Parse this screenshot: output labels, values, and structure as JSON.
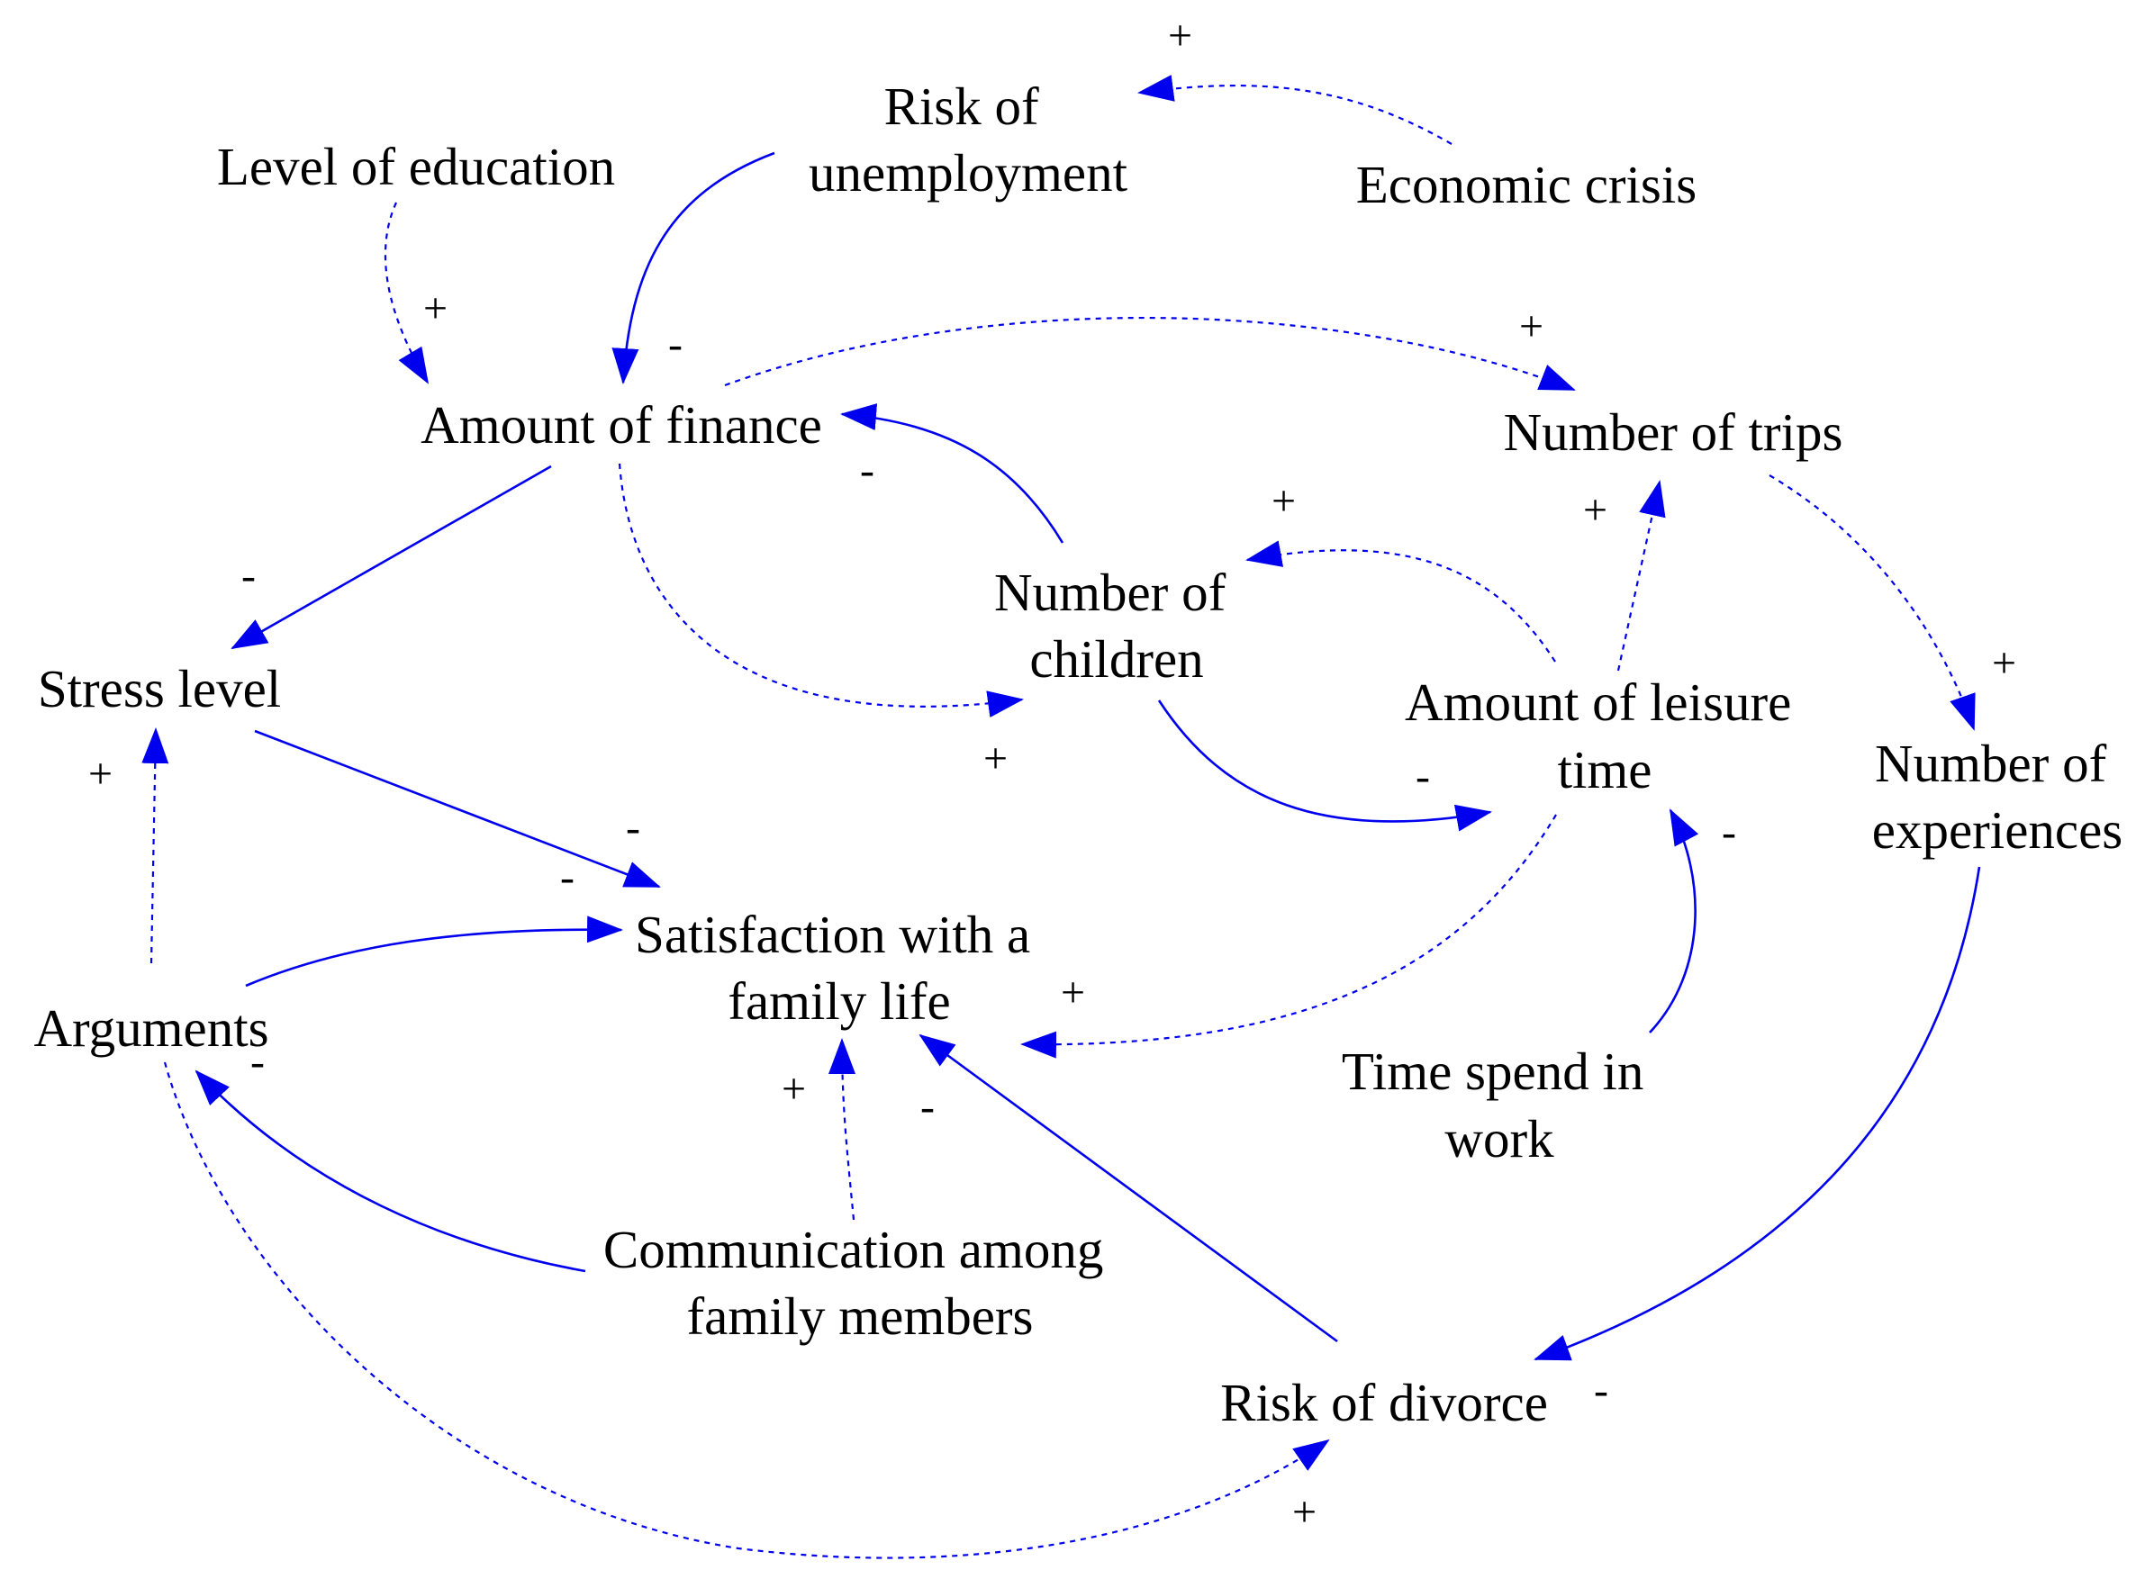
{
  "colors": {
    "arrow": "#0000ee",
    "text": "#000000",
    "background": "#ffffff"
  },
  "nodes": {
    "risk_of_unemployment": [
      "Risk of",
      "unemployment"
    ],
    "level_of_education": [
      "Level of education"
    ],
    "economic_crisis": [
      "Economic crisis"
    ],
    "amount_of_finance": [
      "Amount of finance"
    ],
    "number_of_trips": [
      "Number of trips"
    ],
    "number_of_children": [
      "Number of",
      "children"
    ],
    "stress_level": [
      "Stress level"
    ],
    "amount_of_leisure_time": [
      "Amount of leisure",
      "time"
    ],
    "number_of_experiences": [
      "Number of",
      "experiences"
    ],
    "satisfaction_with_family_life": [
      "Satisfaction with a",
      "family life"
    ],
    "arguments": [
      "Arguments"
    ],
    "time_spend_in_work": [
      "Time spend in",
      "work"
    ],
    "communication_among_family_members": [
      "Communication among",
      "family members"
    ],
    "risk_of_divorce": [
      "Risk of divorce"
    ]
  },
  "links": [
    {
      "from": "Economic crisis",
      "to": "Risk of unemployment",
      "sign": "+",
      "style": "dashed"
    },
    {
      "from": "Risk of unemployment",
      "to": "Amount of finance",
      "sign": "-",
      "style": "solid"
    },
    {
      "from": "Level of education",
      "to": "Amount of finance",
      "sign": "+",
      "style": "dashed"
    },
    {
      "from": "Amount of finance",
      "to": "Number of trips",
      "sign": "+",
      "style": "dashed"
    },
    {
      "from": "Number of children",
      "to": "Amount of finance",
      "sign": "-",
      "style": "solid"
    },
    {
      "from": "Amount of finance",
      "to": "Stress level",
      "sign": "-",
      "style": "solid"
    },
    {
      "from": "Amount of finance",
      "to": "Number of children",
      "sign": "+",
      "style": "dashed"
    },
    {
      "from": "Amount of leisure time",
      "to": "Number of children",
      "sign": "+",
      "style": "dashed"
    },
    {
      "from": "Amount of leisure time",
      "to": "Number of trips",
      "sign": "+",
      "style": "dashed"
    },
    {
      "from": "Number of trips",
      "to": "Number of experiences",
      "sign": "+",
      "style": "dashed"
    },
    {
      "from": "Number of children",
      "to": "Amount of leisure time",
      "sign": "-",
      "style": "solid"
    },
    {
      "from": "Time spend in work",
      "to": "Amount of leisure time",
      "sign": "-",
      "style": "solid"
    },
    {
      "from": "Amount of leisure time",
      "to": "Satisfaction with a family life",
      "sign": "+",
      "style": "dashed"
    },
    {
      "from": "Stress level",
      "to": "Satisfaction with a family life",
      "sign": "-",
      "style": "solid"
    },
    {
      "from": "Arguments",
      "to": "Satisfaction with a family life",
      "sign": "-",
      "style": "solid"
    },
    {
      "from": "Arguments",
      "to": "Stress level",
      "sign": "+",
      "style": "dashed"
    },
    {
      "from": "Communication among family members",
      "to": "Arguments",
      "sign": "-",
      "style": "solid"
    },
    {
      "from": "Communication among family members",
      "to": "Satisfaction with a family life",
      "sign": "+",
      "style": "dashed"
    },
    {
      "from": "Risk of divorce",
      "to": "Satisfaction with a family life",
      "sign": "-",
      "style": "solid"
    },
    {
      "from": "Number of experiences",
      "to": "Risk of divorce",
      "sign": "-",
      "style": "solid"
    },
    {
      "from": "Arguments",
      "to": "Risk of divorce",
      "sign": "+",
      "style": "dashed"
    }
  ]
}
